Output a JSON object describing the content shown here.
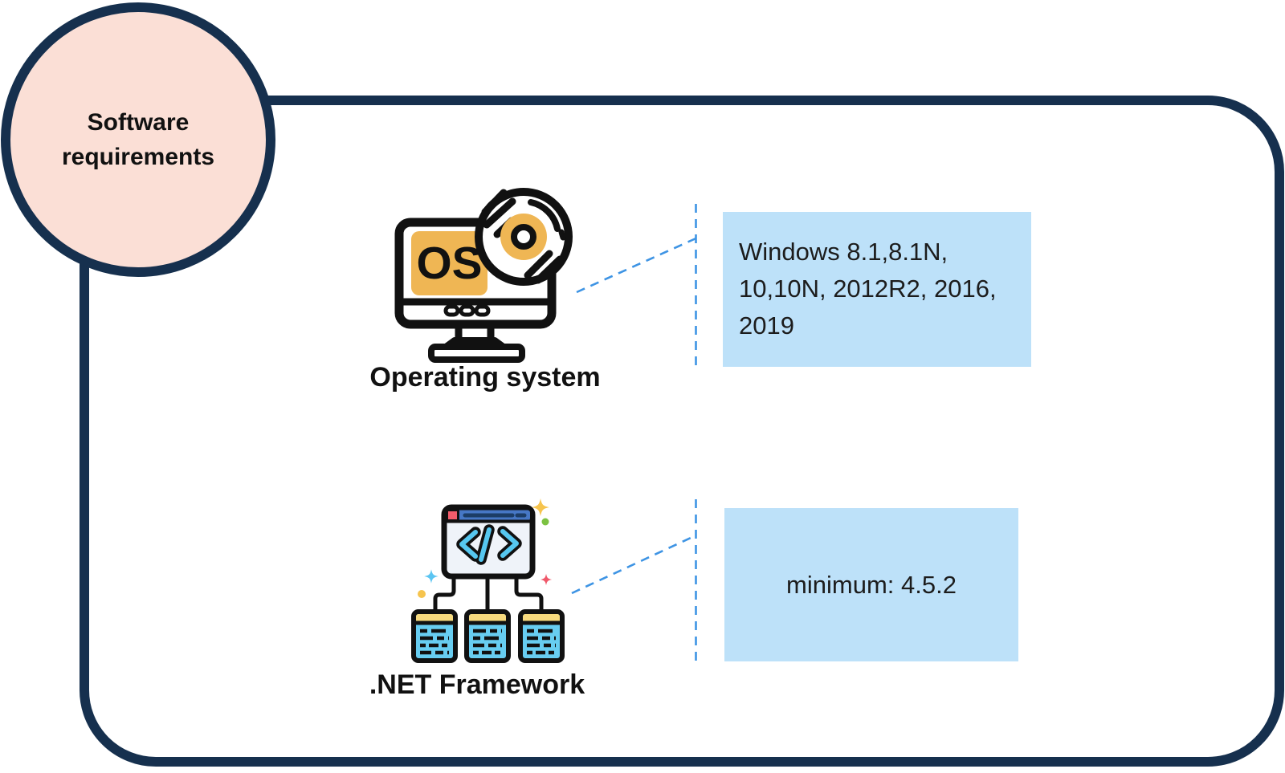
{
  "diagram_title": {
    "line1": "Software",
    "line2": "requirements"
  },
  "rows": [
    {
      "label": "Operating system",
      "icon": "os-disc-icon",
      "icon_text": "OS",
      "value_lines": [
        "Windows 8.1,8.1N,",
        "10,10N, 2012R2, 2016,",
        "2019"
      ]
    },
    {
      "label": ".NET Framework",
      "icon": "code-window-databases-icon",
      "value_lines": [
        "minimum: 4.5.2"
      ]
    }
  ],
  "colors": {
    "frame_navy": "#16304E",
    "bubble_pink": "#FBDFD6",
    "value_box_blue": "#BDE1F9",
    "connector_dash_blue": "#3E94E4",
    "icon_orange": "#EFB654",
    "icon_cyan": "#67CDF1",
    "icon_yellow": "#F7DA7E",
    "icon_titlebar_blue": "#4677C5",
    "icon_red": "#F25C6B",
    "icon_green": "#7CC242",
    "ink": "#111111"
  }
}
